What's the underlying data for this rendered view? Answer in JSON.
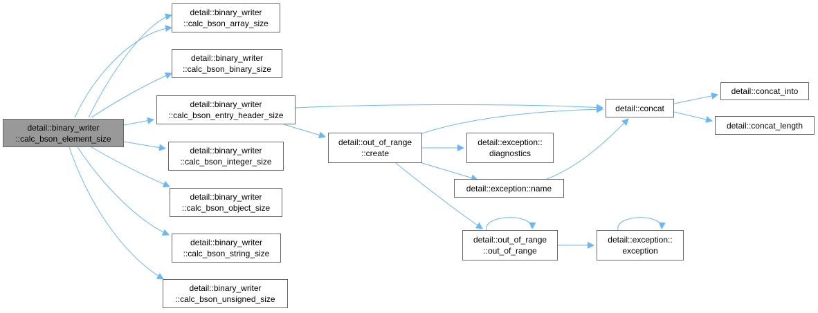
{
  "nodes": {
    "root": {
      "line1": "detail::binary_writer",
      "line2": "::calc_bson_element_size"
    },
    "array": {
      "line1": "detail::binary_writer",
      "line2": "::calc_bson_array_size"
    },
    "binary": {
      "line1": "detail::binary_writer",
      "line2": "::calc_bson_binary_size"
    },
    "entry": {
      "line1": "detail::binary_writer",
      "line2": "::calc_bson_entry_header_size"
    },
    "integer": {
      "line1": "detail::binary_writer",
      "line2": "::calc_bson_integer_size"
    },
    "object": {
      "line1": "detail::binary_writer",
      "line2": "::calc_bson_object_size"
    },
    "string": {
      "line1": "detail::binary_writer",
      "line2": "::calc_bson_string_size"
    },
    "unsigned": {
      "line1": "detail::binary_writer",
      "line2": "::calc_bson_unsigned_size"
    },
    "oor_create": {
      "line1": "detail::out_of_range",
      "line2": "::create"
    },
    "diagnostics": {
      "line1": "detail::exception::",
      "line2": "diagnostics"
    },
    "exc_name": {
      "line1": "detail::exception::name"
    },
    "oor_ctor": {
      "line1": "detail::out_of_range",
      "line2": "::out_of_range"
    },
    "exc_ctor": {
      "line1": "detail::exception::",
      "line2": "exception"
    },
    "concat": {
      "line1": "detail::concat"
    },
    "concat_into": {
      "line1": "detail::concat_into"
    },
    "concat_length": {
      "line1": "detail::concat_length"
    }
  },
  "colors": {
    "edge": "#63b8ff",
    "border": "#666666",
    "root_fill": "#999999"
  }
}
